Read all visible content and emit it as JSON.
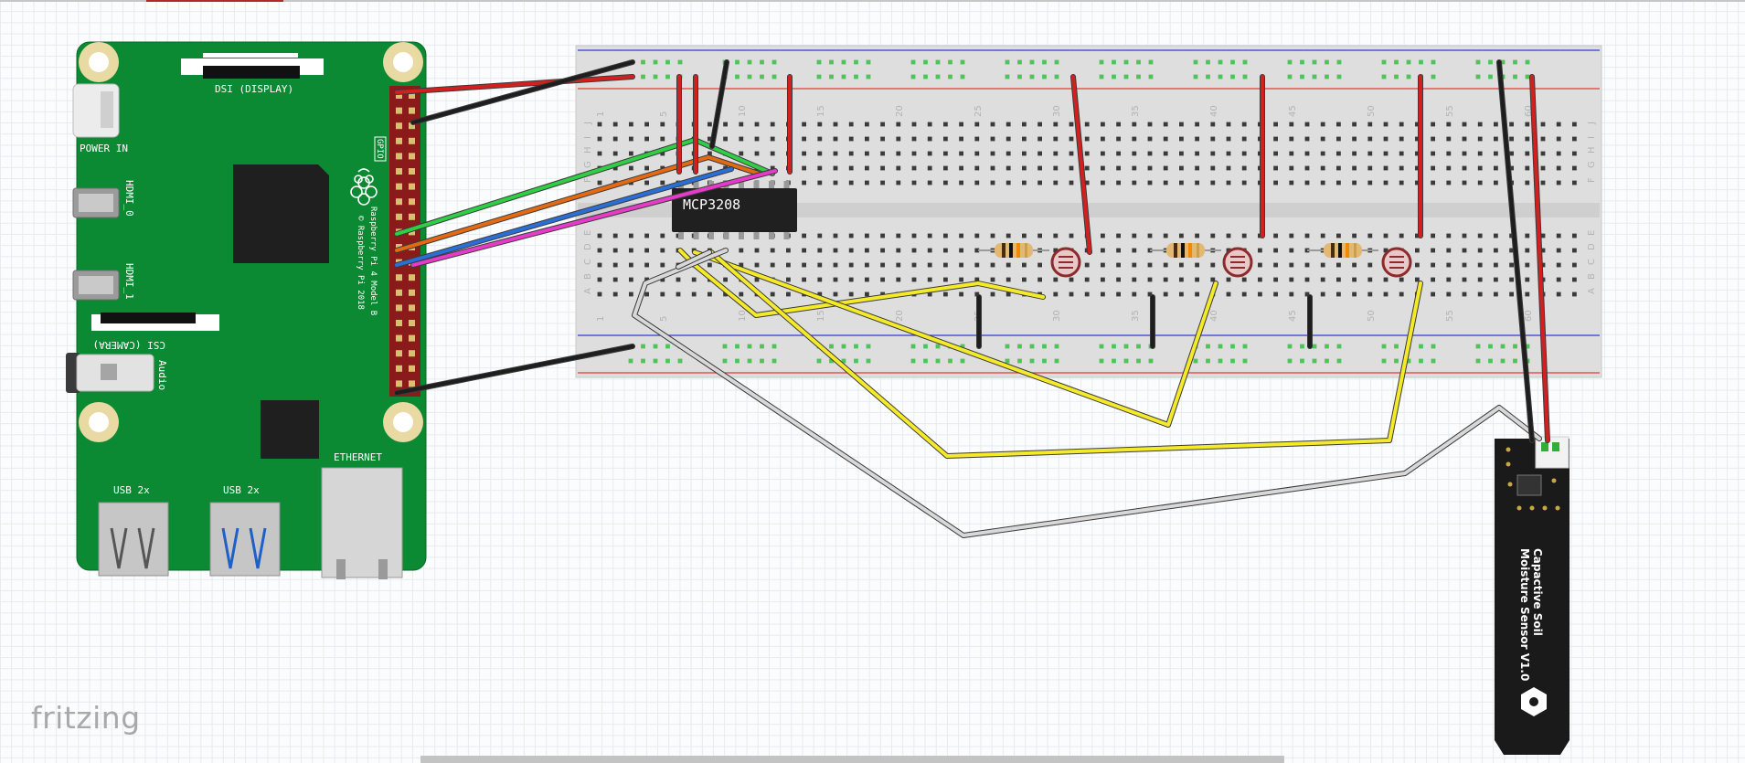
{
  "app": {
    "logo_text": "fritzing"
  },
  "raspberry_pi": {
    "labels": {
      "dsi": "DSI (DISPLAY)",
      "power_in": "POWER IN",
      "hdmi0": "HDMI_0",
      "hdmi1": "HDMI_1",
      "csi": "CSI (CAMERA)",
      "audio": "Audio",
      "ethernet": "ETHERNET",
      "usb_a": "USB 2x",
      "usb_b": "USB 2x",
      "gpio": "GPIO",
      "model_line1": "Raspberry Pi 4 Model B",
      "model_line2": "© Raspberry Pi 2018"
    },
    "colors": {
      "board": "#0b8a33",
      "header": "#8b1a1a"
    }
  },
  "breadboard": {
    "column_numbers": [
      "1",
      "5",
      "10",
      "15",
      "20",
      "25",
      "30",
      "35",
      "40",
      "45",
      "50",
      "55",
      "60"
    ],
    "row_letters_top": [
      "J",
      "I",
      "H",
      "G",
      "F"
    ],
    "row_letters_bottom": [
      "E",
      "D",
      "C",
      "B",
      "A"
    ]
  },
  "chip": {
    "label": "MCP3208"
  },
  "sensor": {
    "line1": "Capactive Soil",
    "line2": "Moisture Sensor V1.0"
  },
  "wire_colors": {
    "power": "#d22020",
    "ground": "#1e1e1e",
    "signal": "#f4ea2a",
    "spi_green": "#2fce45",
    "spi_orange": "#e36a12",
    "spi_blue": "#2b6fd6",
    "spi_magenta": "#e63ac8",
    "analog_white": "#d8d8d8"
  }
}
